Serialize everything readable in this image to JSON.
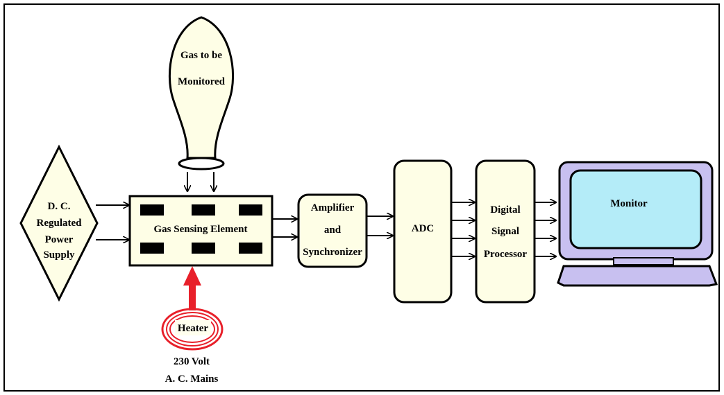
{
  "colors": {
    "frame": "#000000",
    "block_fill": "#fefee6",
    "monitor_body": "#c8c0f0",
    "monitor_screen": "#b4ecf8",
    "heater": "#e8202a",
    "heater_label_bg": "#ffffee"
  },
  "blocks": {
    "gas": {
      "line1": "Gas to be",
      "line2": "Monitored"
    },
    "power_supply": {
      "line1": "D. C.",
      "line2": "Regulated",
      "line3": "Power",
      "line4": "Supply"
    },
    "sensor": {
      "label": "Gas Sensing Element"
    },
    "amplifier": {
      "line1": "Amplifier",
      "line2": "and",
      "line3": "Synchronizer"
    },
    "adc": {
      "label": "ADC"
    },
    "dsp": {
      "line1": "Digital",
      "line2": "Signal",
      "line3": "Processor"
    },
    "monitor": {
      "label": "Monitor"
    },
    "heater": {
      "label": "Heater"
    },
    "mains": {
      "line1": "230 Volt",
      "line2": "A. C. Mains"
    }
  },
  "icons": [
    "gas-bulb-icon",
    "monitor-icon",
    "heater-coil-icon",
    "arrow-icon"
  ]
}
